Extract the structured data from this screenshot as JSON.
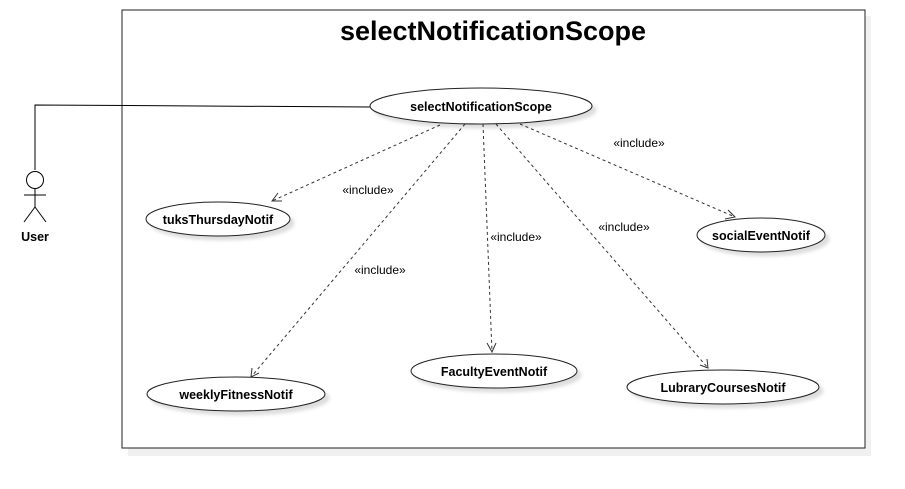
{
  "system": {
    "title": "selectNotificationScope"
  },
  "actor": {
    "name": "User"
  },
  "use_cases": {
    "main": "selectNotificationScope",
    "tuks": "tuksThursdayNotif",
    "weekly": "weeklyFitnessNotif",
    "faculty": "FacultyEventNotif",
    "library": "LubraryCoursesNotif",
    "social": "socialEventNotif"
  },
  "relations": {
    "tuks": "«include»",
    "weekly": "«include»",
    "faculty": "«include»",
    "library": "«include»",
    "social": "«include»"
  }
}
